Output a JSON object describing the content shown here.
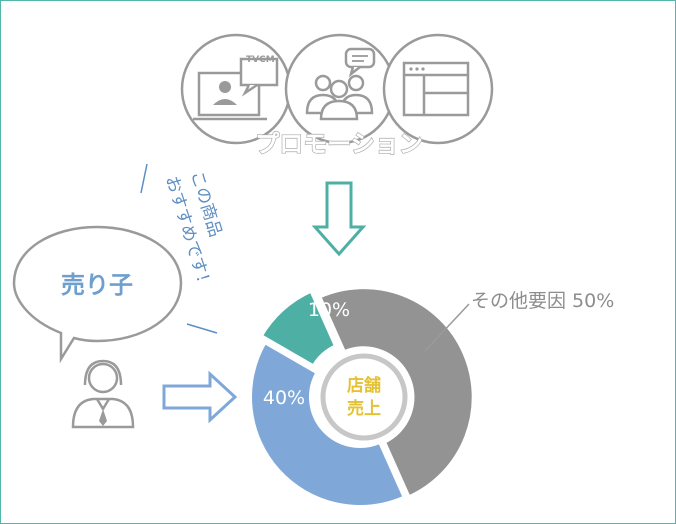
{
  "promotion": {
    "label": "プロモーション",
    "tvcm_text": "TVCM",
    "icons": [
      "tv-commercial-icon",
      "audience-icon",
      "web-page-icon"
    ]
  },
  "seller": {
    "label": "売り子",
    "recommendation_lines": [
      "この商品",
      "おすすめです！"
    ],
    "icon": "salesperson-icon"
  },
  "center": {
    "line1": "店舗",
    "line2": "売上"
  },
  "chart_data": {
    "type": "pie",
    "values": [
      10,
      50,
      40
    ],
    "labels": [
      "10%",
      "その他要因 50%",
      "40%"
    ],
    "colors": [
      "#4eb0a5",
      "#939393",
      "#7fa8d8"
    ],
    "start_angle_deg": -60
  },
  "colors": {
    "teal": "#4eb0a5",
    "gray": "#939393",
    "blue": "#7fa8d8",
    "icon_gray": "#9a9a9a",
    "yellow": "#e5c233"
  }
}
